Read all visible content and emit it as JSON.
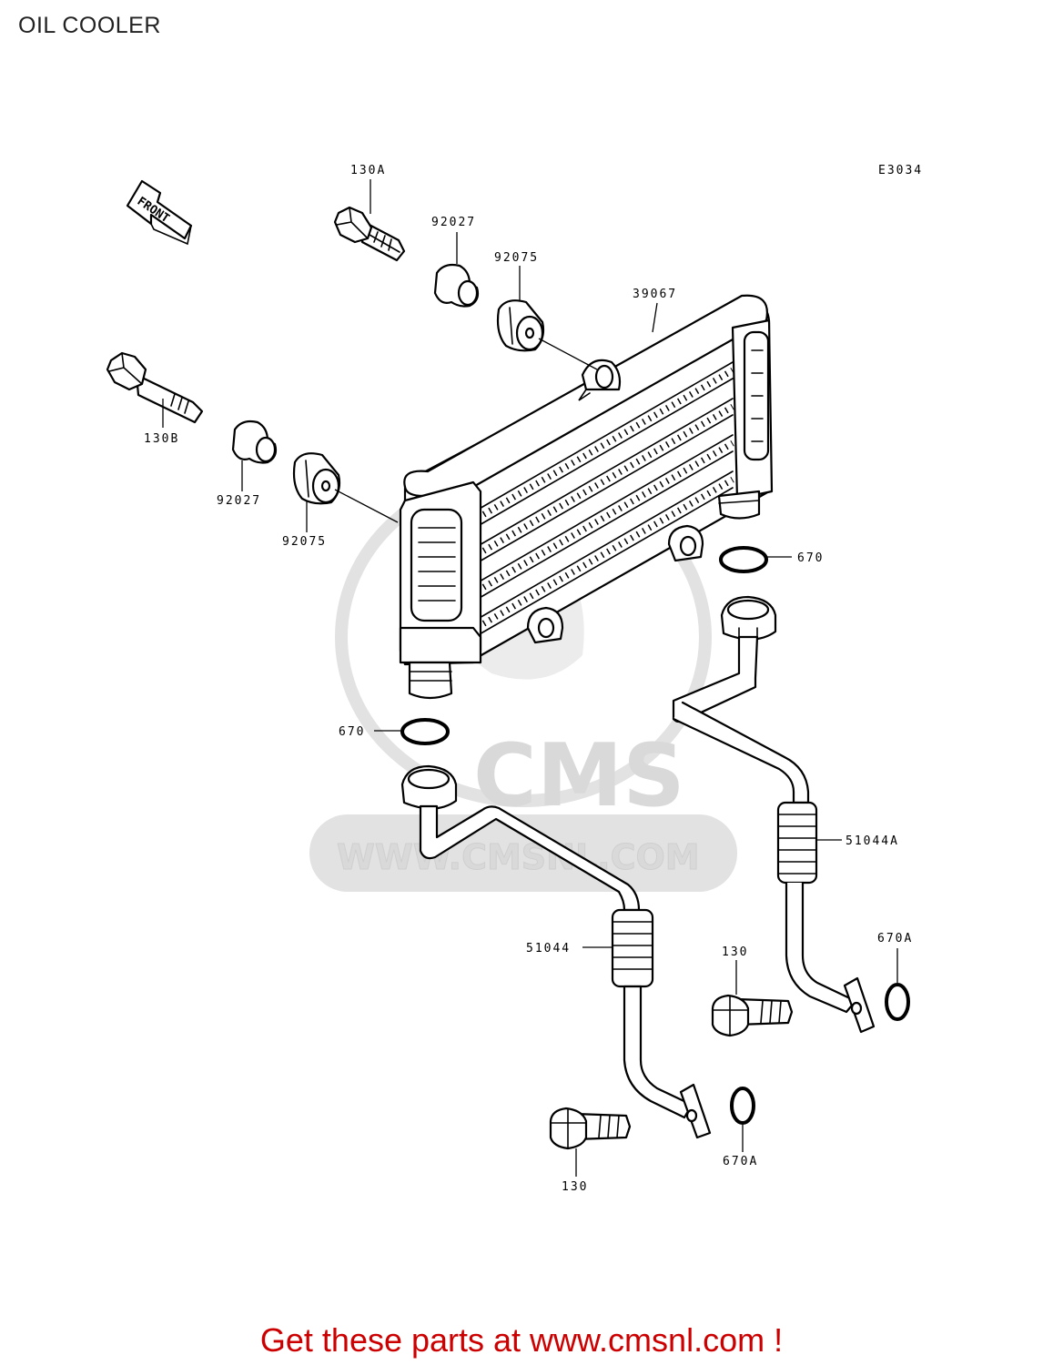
{
  "title": "OIL COOLER",
  "diagram_code": "E3034",
  "front_label": "FRONT",
  "watermark": {
    "brand": "CMS",
    "url": "WWW.CMSNL.COM"
  },
  "parts": [
    {
      "ref": "130A",
      "name": "bolt"
    },
    {
      "ref": "92027",
      "name": "collar"
    },
    {
      "ref": "92075",
      "name": "grommet"
    },
    {
      "ref": "39067",
      "name": "oil cooler"
    },
    {
      "ref": "130B",
      "name": "bolt"
    },
    {
      "ref": "92027",
      "name": "collar"
    },
    {
      "ref": "92075",
      "name": "grommet"
    },
    {
      "ref": "670",
      "name": "o-ring"
    },
    {
      "ref": "670",
      "name": "o-ring"
    },
    {
      "ref": "51044A",
      "name": "oil hose"
    },
    {
      "ref": "51044",
      "name": "oil hose"
    },
    {
      "ref": "130",
      "name": "bolt"
    },
    {
      "ref": "130",
      "name": "bolt"
    },
    {
      "ref": "670A",
      "name": "o-ring"
    },
    {
      "ref": "670A",
      "name": "o-ring"
    }
  ],
  "footer_text": "Get these parts at www.cmsnl.com !",
  "colors": {
    "footer": "#cc0000",
    "watermark": "#d9d9d9",
    "ink": "#000000"
  }
}
